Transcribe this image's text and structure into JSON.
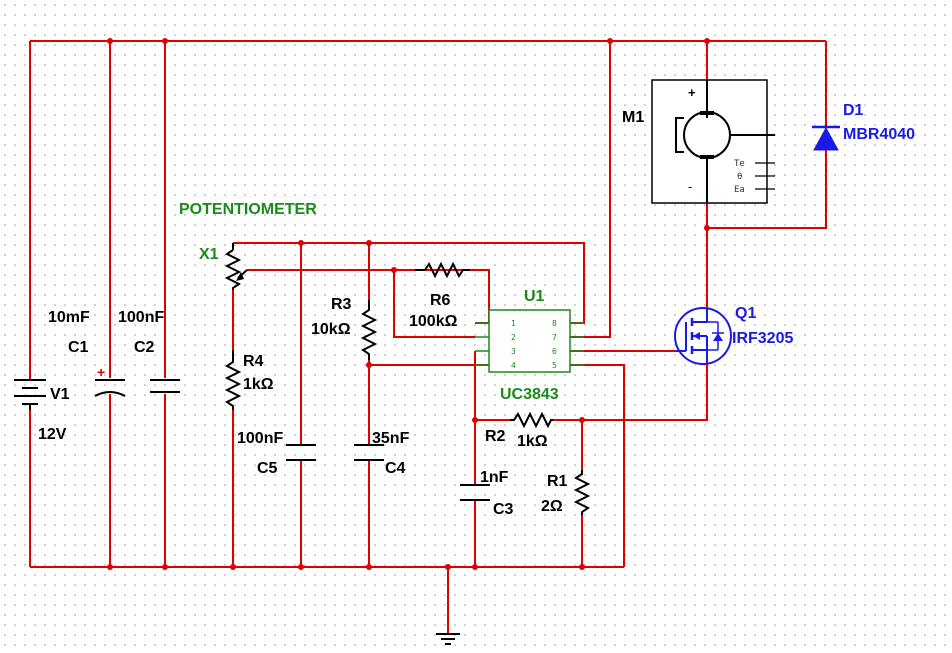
{
  "components": {
    "v1": {
      "ref": "V1",
      "value": "12V"
    },
    "c1": {
      "ref": "C1",
      "value": "10mF"
    },
    "c2": {
      "ref": "C2",
      "value": "100nF"
    },
    "c3": {
      "ref": "C3",
      "value": "1nF"
    },
    "c4": {
      "ref": "C4",
      "value": "35nF"
    },
    "c5": {
      "ref": "C5",
      "value": "100nF"
    },
    "r1": {
      "ref": "R1",
      "value": "2Ω"
    },
    "r2": {
      "ref": "R2",
      "value": "1kΩ"
    },
    "r3": {
      "ref": "R3",
      "value": "10kΩ"
    },
    "r4": {
      "ref": "R4",
      "value": "1kΩ"
    },
    "r6": {
      "ref": "R6",
      "value": "100kΩ"
    },
    "x1": {
      "ref": "X1",
      "title": "POTENTIOMETER"
    },
    "u1": {
      "ref": "U1",
      "value": "UC3843",
      "pins_left": [
        "1",
        "2",
        "3",
        "4"
      ],
      "pins_right": [
        "8",
        "7",
        "6",
        "5"
      ]
    },
    "m1": {
      "ref": "M1",
      "plus": "+",
      "minus": "-",
      "pins": [
        "Te",
        "θ",
        "Ea"
      ]
    },
    "q1": {
      "ref": "Q1",
      "value": "IRF3205"
    },
    "d1": {
      "ref": "D1",
      "value": "MBR4040"
    }
  },
  "colors": {
    "wire": "#e00000",
    "label_blue": "#1a1ae6",
    "label_green": "#1a8a1a",
    "grid_dot": "#9a9a9a"
  }
}
